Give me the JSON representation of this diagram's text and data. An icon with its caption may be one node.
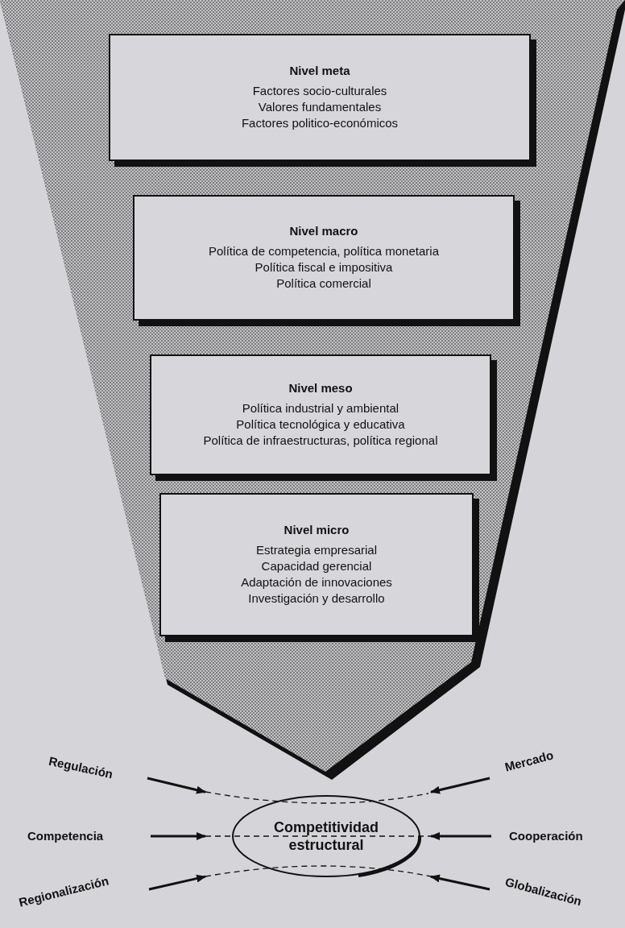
{
  "diagram": {
    "nodes": [
      {
        "text": [],
        "shape": "funnel"
      },
      {
        "text": [
          "Nivel meta",
          "Factores socio-culturales",
          "Valores fundamentales",
          "Factores politico-económicos"
        ],
        "in": 0
      },
      {
        "text": [
          "Nivel macro",
          "Política de competencia, política monetaria",
          "Política fiscal e impositiva",
          "Política comercial"
        ],
        "in": 0
      },
      {
        "text": [
          "Nivel meso",
          "Política industrial y ambiental",
          "Política tecnológica y educativa",
          "Política de infraestructuras, política regional"
        ],
        "in": 0
      },
      {
        "text": [
          "Nivel micro",
          "Estrategia empresarial",
          "Capacidad gerencial",
          "Adaptación de innovaciones",
          "Investigación y desarrollo"
        ],
        "in": 0
      },
      {
        "text": [
          "Competitividad estructural"
        ]
      },
      {
        "text": [
          "Regulación"
        ]
      },
      {
        "text": [
          "Mercado"
        ]
      },
      {
        "text": [
          "Competencia"
        ]
      },
      {
        "text": [
          "Cooperación"
        ]
      },
      {
        "text": [
          "Regionalización"
        ]
      },
      {
        "text": [
          "Globalización"
        ]
      }
    ],
    "edges": [
      {
        "from": 6,
        "to": 5,
        "arrow": "to"
      },
      {
        "from": 7,
        "to": 5,
        "arrow": "to"
      },
      {
        "from": 8,
        "to": 5,
        "arrow": "to"
      },
      {
        "from": 9,
        "to": 5,
        "arrow": "to"
      },
      {
        "from": 10,
        "to": 5,
        "arrow": "to"
      },
      {
        "from": 11,
        "to": 5,
        "arrow": "to"
      }
    ]
  }
}
